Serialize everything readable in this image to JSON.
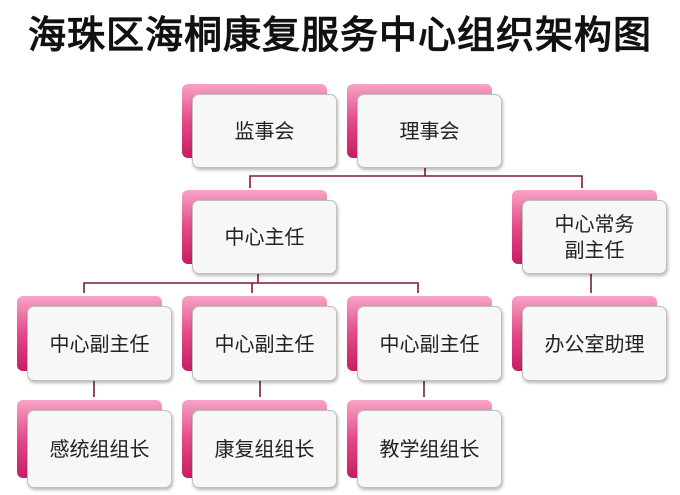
{
  "title": "海珠区海桐康复服务中心组织架构图",
  "colors": {
    "line": "#7b1c3a",
    "accent": "#e34a88"
  },
  "nodes": {
    "supervisory": "监事会",
    "board": "理事会",
    "director": "中心主任",
    "executive_deputy": "中心常务副主任",
    "deputy_1": "中心副主任",
    "deputy_2": "中心副主任",
    "deputy_3": "中心副主任",
    "office_assistant": "办公室助理",
    "sensory_lead": "感统组组长",
    "rehab_lead": "康复组组长",
    "teaching_lead": "教学组组长"
  }
}
